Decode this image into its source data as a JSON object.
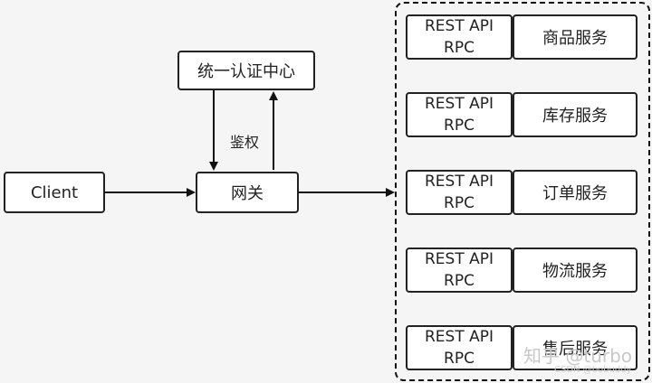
{
  "nodes": {
    "client": "Client",
    "gateway": "网关",
    "auth": "统一认证中心"
  },
  "edge_label": "鉴权",
  "services": [
    {
      "line1": "REST API",
      "line2": "RPC",
      "name": "商品服务"
    },
    {
      "line1": "REST API",
      "line2": "RPC",
      "name": "库存服务"
    },
    {
      "line1": "REST API",
      "line2": "RPC",
      "name": "订单服务"
    },
    {
      "line1": "REST API",
      "line2": "RPC",
      "name": "物流服务"
    },
    {
      "line1": "REST API",
      "line2": "RPC",
      "name": "售后服务"
    }
  ],
  "watermark": {
    "main": "知乎 @turbo",
    "sub": "CSDN @bobuddy"
  }
}
